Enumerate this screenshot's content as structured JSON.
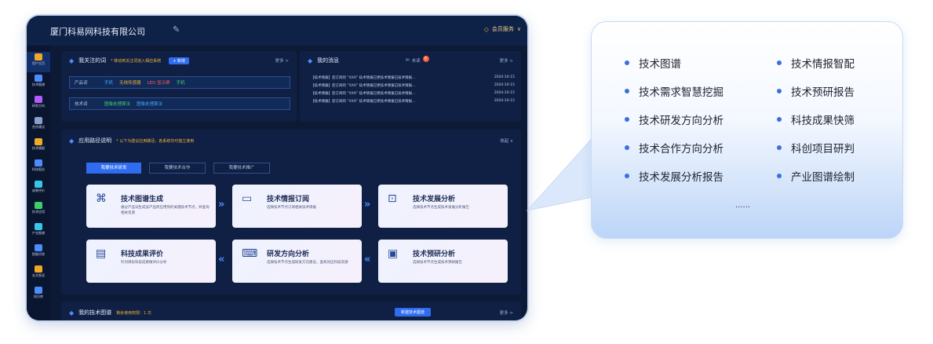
{
  "topbar": {
    "company": "厦门科易网科技有限公司",
    "member": "会员服务"
  },
  "sidebar": [
    {
      "label": "用户主页",
      "color": "#f0a828"
    },
    {
      "label": "技术图谱",
      "color": "#4c8cff"
    },
    {
      "label": "研发方向",
      "color": "#b05cff"
    },
    {
      "label": "合作建议",
      "color": "#8aa0cc"
    },
    {
      "label": "技术情报",
      "color": "#f0a828"
    },
    {
      "label": "科技报告",
      "color": "#4c8cff"
    },
    {
      "label": "成果评价",
      "color": "#37c6e8"
    },
    {
      "label": "技术应用",
      "color": "#3fcf6a"
    },
    {
      "label": "产业图谱",
      "color": "#37c6e8"
    },
    {
      "label": "智能问答",
      "color": "#4c8cff"
    },
    {
      "label": "长文智读",
      "color": "#f0a828"
    },
    {
      "label": "知识库",
      "color": "#4c8cff"
    }
  ],
  "follow": {
    "title": "我关注的词",
    "note": "* 移动到关注词进入相应系统",
    "add_label": "+ 新增",
    "more": "更多 >",
    "rows": [
      {
        "label": "产品词",
        "keywords": [
          {
            "text": "手机",
            "color": "#3fa9ff"
          },
          {
            "text": "无线传感器",
            "color": "#f0b13a"
          },
          {
            "text": "LED 显示屏",
            "color": "#ff5a5a"
          },
          {
            "text": "手机",
            "color": "#3fcf6a"
          }
        ]
      },
      {
        "label": "技术词",
        "keywords": [
          {
            "text": "图像处理算法",
            "color": "#3fcf6a"
          },
          {
            "text": "图像处理算法",
            "color": "#3fa9ff"
          }
        ]
      }
    ]
  },
  "messages": {
    "title": "我的消息",
    "unread_label": "未读",
    "unread_count": "6",
    "more": "更多 >",
    "items": [
      {
        "text": "【技术情报】您订阅的 “XXX” 技术情报已更技术情报已技术情报...",
        "date": "2024-10-15"
      },
      {
        "text": "【技术情报】您订阅的 “XXX” 技术情报已更技术情报已技术情报...",
        "date": "2024-10-15"
      },
      {
        "text": "【技术情报】您订阅的 “XXX” 技术情报已更技术情报已技术情报...",
        "date": "2024-10-15"
      },
      {
        "text": "【技术情报】您订阅的 “XXX” 技术情报已更技术情报已技术情报...",
        "date": "2024-10-15"
      }
    ]
  },
  "usage": {
    "title": "应用路径说明",
    "note": "* 以下为建议应用路径，各系统均可独立使用",
    "collapse": "收起 ∨",
    "tabs": [
      "我要技术研发",
      "我要技术合作",
      "我要技术推广"
    ],
    "cards": [
      {
        "title": "技术图谱生成",
        "desc": "通过产品词生成该产品所应用到的关键技术节点，并查询相关资源",
        "icon": "network-icon"
      },
      {
        "title": "技术情报订阅",
        "desc": "选择技术节点订阅相关技术情报",
        "icon": "subscribe-icon"
      },
      {
        "title": "技术发展分析",
        "desc": "选择技术节点生成技术发展分析报告",
        "icon": "chart-icon"
      },
      {
        "title": "科技成果评价",
        "desc": "针对目标科技成果做评价分析",
        "icon": "evaluate-icon"
      },
      {
        "title": "研发方向分析",
        "desc": "选择技术节点生成研发方向建议，查阅对应科技资源",
        "icon": "code-icon"
      },
      {
        "title": "技术预研分析",
        "desc": "选择技术节点生成技术预研报告",
        "icon": "monitor-icon"
      }
    ]
  },
  "graph": {
    "title": "我的技术图谱",
    "note": "剩余使用权限：1 次",
    "new_label": "新建技术图谱",
    "more": "更多 >"
  },
  "callout": {
    "left": [
      "技术图谱",
      "技术需求智慧挖掘",
      "技术研发方向分析",
      "技术合作方向分析",
      "技术发展分析报告"
    ],
    "right": [
      "技术情报智配",
      "技术预研报告",
      "科技成果快筛",
      "科创项目研判",
      "产业图谱绘制"
    ],
    "ellipsis": "......"
  }
}
